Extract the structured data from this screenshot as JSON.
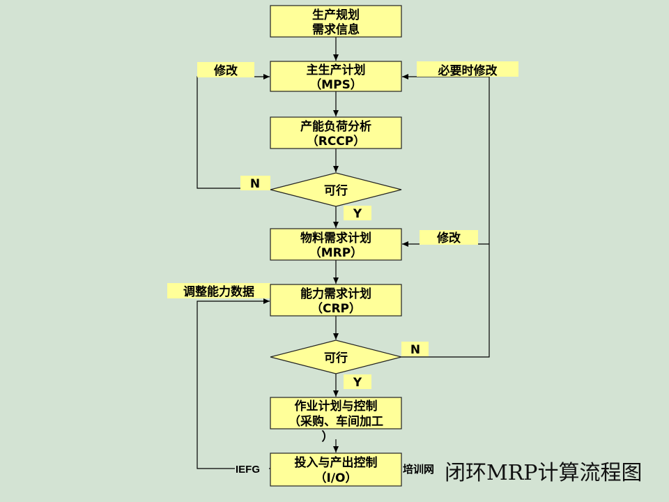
{
  "boxes": {
    "plan": [
      "生产规划",
      "需求信息"
    ],
    "mps": [
      "主生产计划",
      "（MPS）"
    ],
    "rccp": [
      "产能负荷分析",
      "（RCCP）"
    ],
    "mrp": [
      "物料需求计划",
      "（MRP）"
    ],
    "crp": [
      "能力需求计划",
      "（CRP）"
    ],
    "exec": [
      "作业计划与控制",
      "（采购、车间加工",
      "）"
    ],
    "io": [
      "投入与产出控制",
      "（I/O）"
    ]
  },
  "decisions": {
    "d1": "可行",
    "d2": "可行"
  },
  "labels": {
    "modify_left": "修改",
    "modify_if_needed": "必要时修改",
    "n1": "N",
    "y1": "Y",
    "modify_mrp": "修改",
    "adjust_capacity": "调整能力数据",
    "n2": "N",
    "y2": "Y"
  },
  "footer": {
    "left_mark": "IEFG",
    "right_mark": "培训网",
    "title": "闭环MRP计算流程图"
  }
}
